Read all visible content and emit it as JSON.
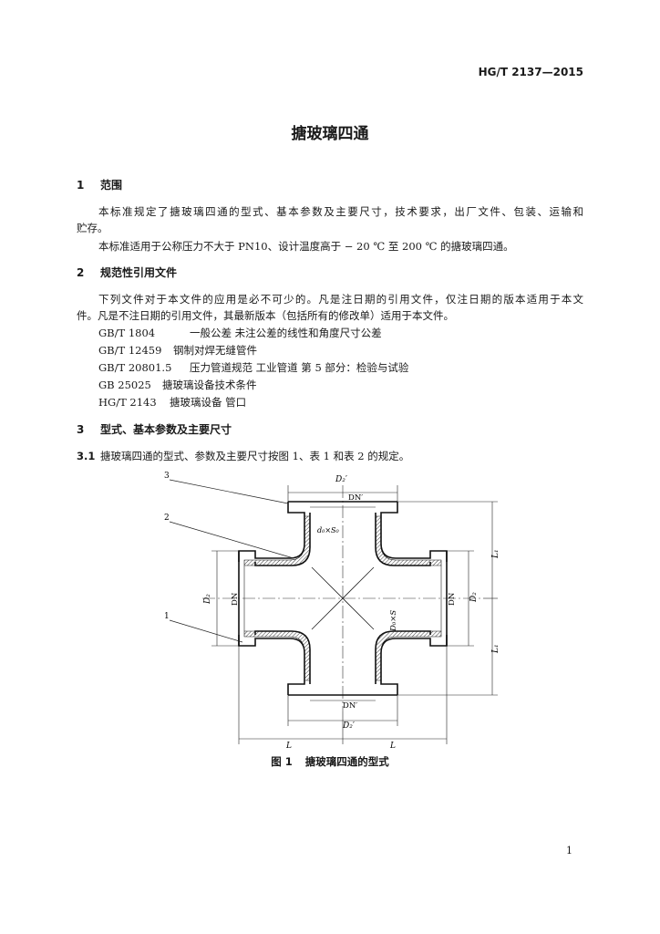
{
  "header": {
    "standard_code": "HG/T 2137—2015"
  },
  "title": "搪玻璃四通",
  "sections": {
    "s1": {
      "number": "1",
      "heading": "范围",
      "para1_line1": "本标准规定了搪玻璃四通的型式、基本参数及主要尺寸，技术要求，出厂文件、包装、运输和",
      "para1_line2": "贮存。",
      "para2": "本标准适用于公称压力不大于 PN10、设计温度高于 − 20 ℃ 至 200 ℃ 的搪玻璃四通。"
    },
    "s2": {
      "number": "2",
      "heading": "规范性引用文件",
      "intro_line1": "下列文件对于本文件的应用是必不可少的。凡是注日期的引用文件，仅注日期的版本适用于本文",
      "intro_line2": "件。凡是不注日期的引用文件，其最新版本（包括所有的修改单）适用于本文件。",
      "refs": [
        {
          "code": "GB/T 1804",
          "title": "一般公差  未注公差的线性和角度尺寸公差"
        },
        {
          "code": "GB/T 12459",
          "title": "钢制对焊无缝管件"
        },
        {
          "code": "GB/T 20801.5",
          "title": "压力管道规范  工业管道  第 5 部分：检验与试验"
        },
        {
          "code": "GB 25025",
          "title": "搪玻璃设备技术条件"
        },
        {
          "code": "HG/T 2143",
          "title": "搪玻璃设备  管口"
        }
      ]
    },
    "s3": {
      "number": "3",
      "heading": "型式、基本参数及主要尺寸",
      "sub_number": "3.1",
      "sub_text": "搪玻璃四通的型式、参数及主要尺寸按图 1、表 1 和表 2 的规定。"
    }
  },
  "figure": {
    "caption_number": "图 1",
    "caption_text": "搪玻璃四通的型式",
    "callouts": [
      "1",
      "2",
      "3"
    ],
    "labels": {
      "D2_prime": "D₂′",
      "DN_prime": "DN′",
      "d0S0": "d₀×S₀",
      "D0S": "D₀×S",
      "D2": "D₂",
      "DN": "DN",
      "L1": "L₁",
      "L": "L"
    }
  },
  "page_number": "1"
}
